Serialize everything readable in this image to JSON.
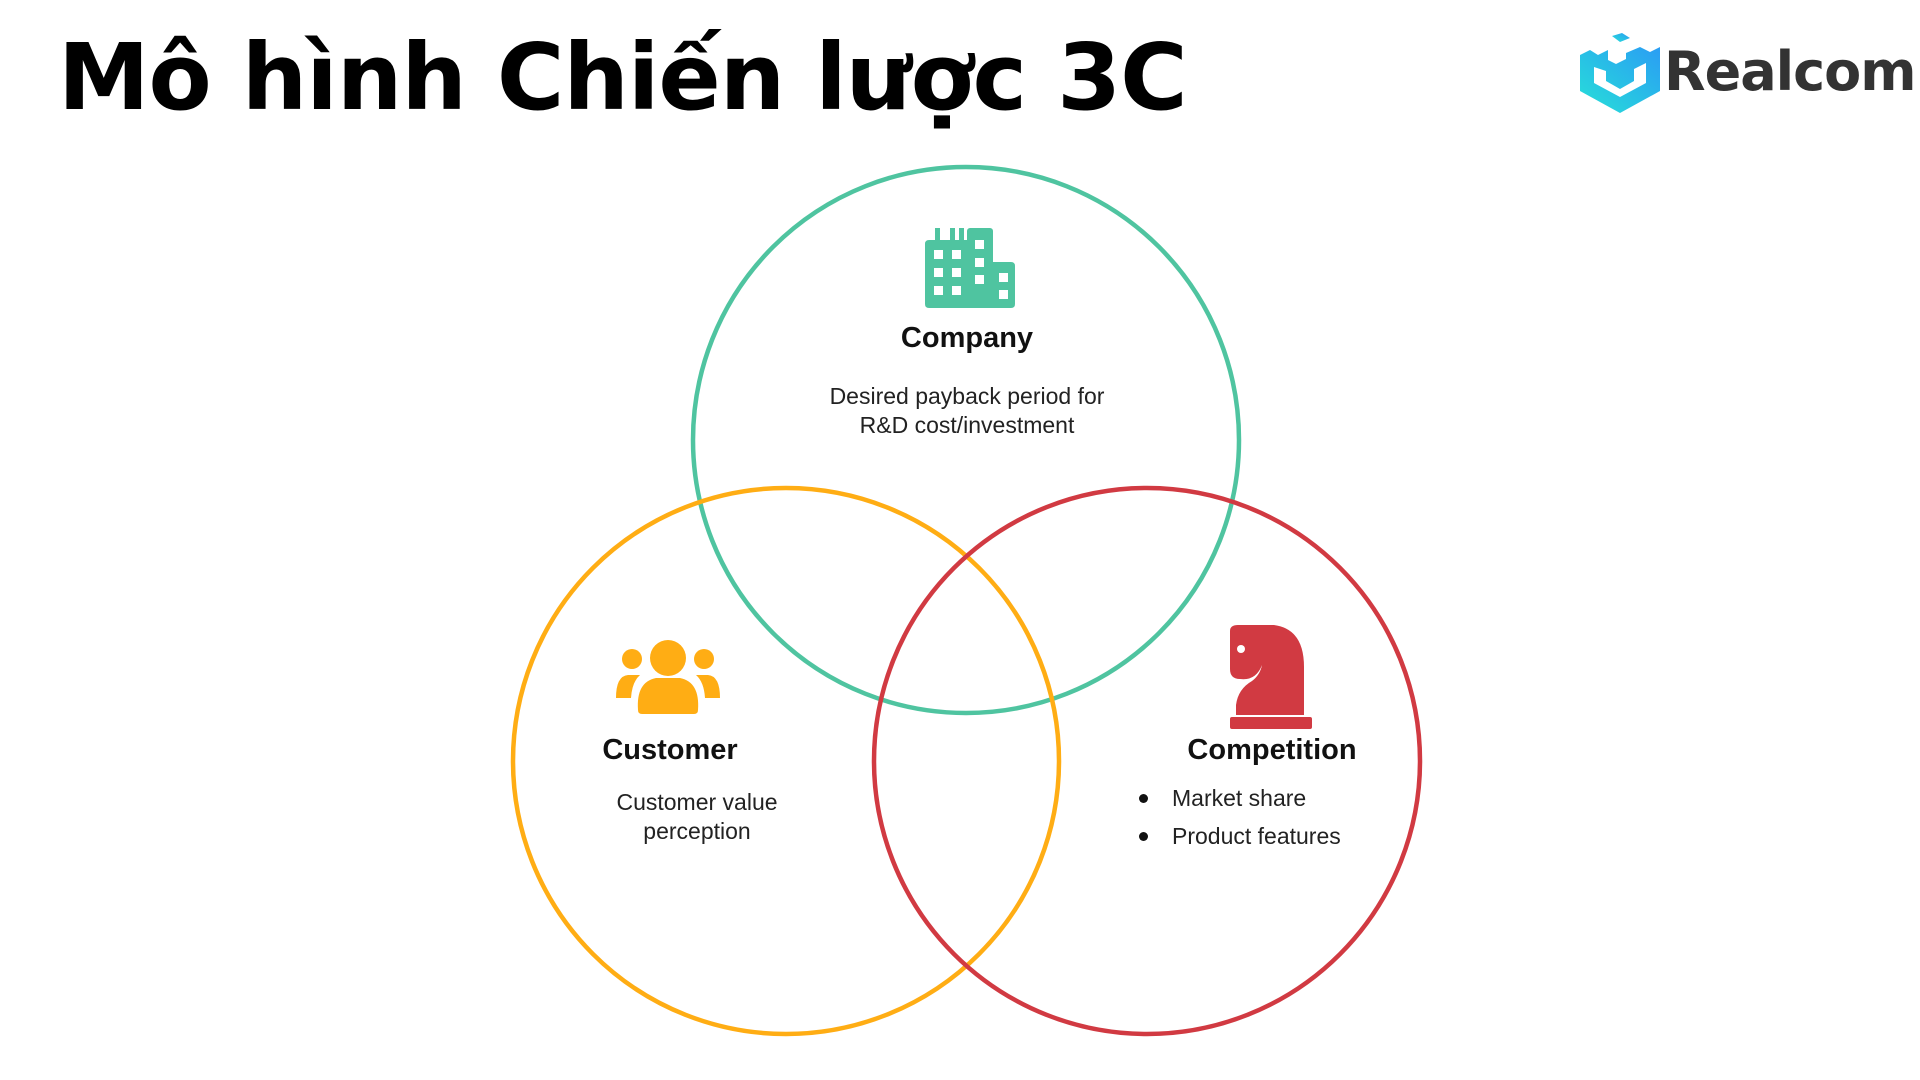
{
  "title": "Mô hình Chiến lược 3C",
  "logo": {
    "name": "Realcom",
    "icon": "cube-logo-icon",
    "gradient": [
      "#27e0d8",
      "#2a9df4"
    ],
    "text_color": "#333333"
  },
  "diagram": {
    "type": "venn",
    "circles": [
      {
        "id": "company",
        "label": "Company",
        "icon": "building-icon",
        "color": "#4fc4a0",
        "description": [
          "Desired payback period for",
          "R&D cost/investment"
        ]
      },
      {
        "id": "customer",
        "label": "Customer",
        "icon": "users-icon",
        "color": "#ffad14",
        "description": [
          "Customer value",
          "perception"
        ]
      },
      {
        "id": "competition",
        "label": "Competition",
        "icon": "chess-knight-icon",
        "color": "#d13a42",
        "bullets": [
          "Market share",
          "Product features"
        ]
      }
    ]
  }
}
